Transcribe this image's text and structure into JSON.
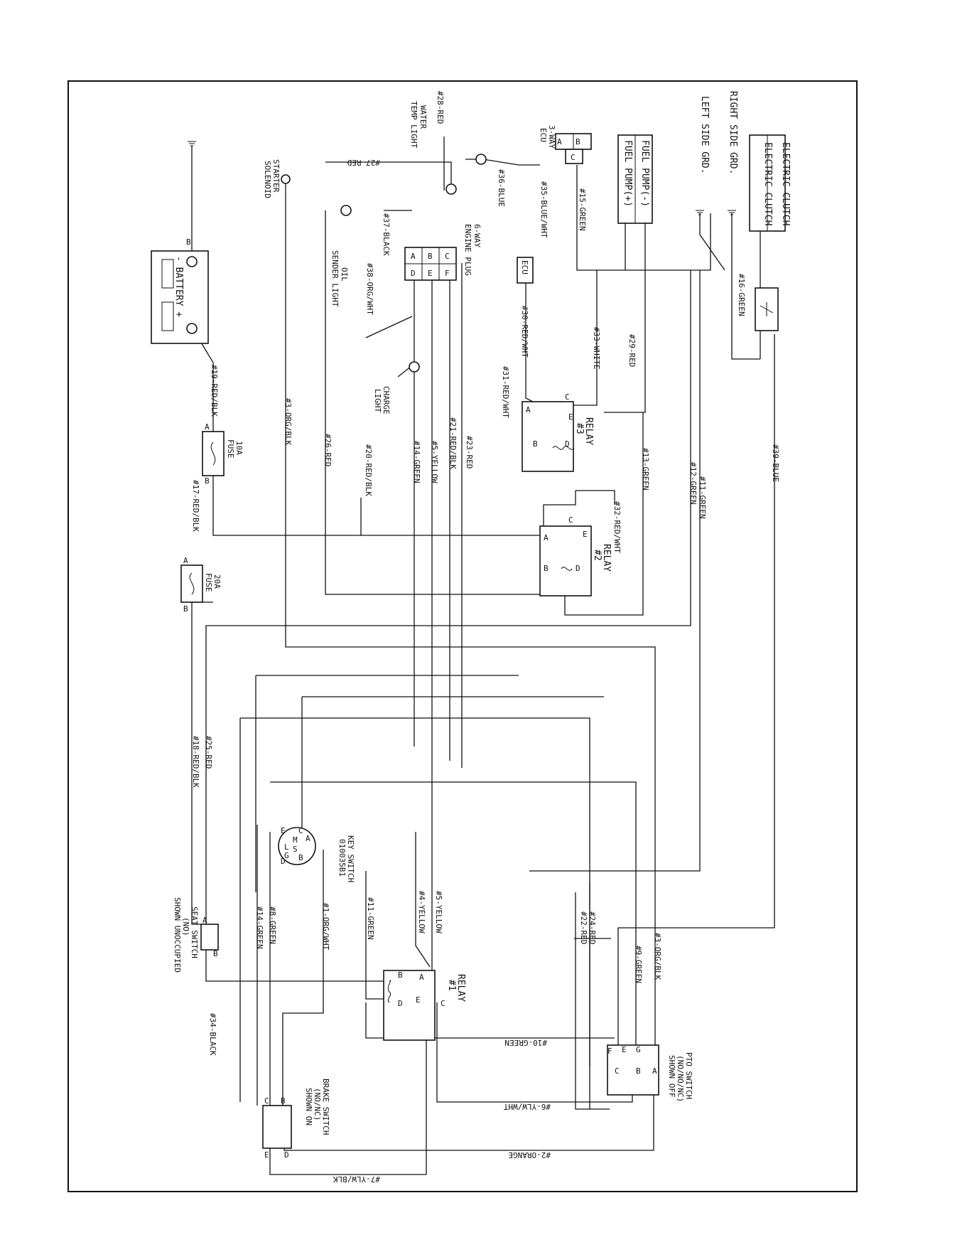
{
  "components": {
    "electric_clutch": [
      "ELECTRIC CLUTCH",
      "ELECTRIC CLUTCH"
    ],
    "right_side_grd": "RIGHT SIDE GRD.",
    "left_side_grd": "LEFT SIDE GRD.",
    "fuel_pump_neg": "FUEL PUMP(-)",
    "fuel_pump_pos": "FUEL PUMP(+)",
    "ecu_3way": [
      "3-WAY",
      "ECU"
    ],
    "ecu": "ECU",
    "water_temp_light": [
      "WATER",
      "TEMP LIGHT"
    ],
    "engine_plug": [
      "6-WAY",
      "ENGINE PLUG"
    ],
    "oil_sender_light": [
      "OIL",
      "SENDER LIGHT"
    ],
    "starter_solenoid": [
      "STARTER",
      "SOLENOID"
    ],
    "battery": "-  BATTERY  +",
    "charge_light": [
      "CHARGE",
      "LIGHT"
    ],
    "fuse_10a": [
      "10A",
      "FUSE"
    ],
    "fuse_20a": [
      "20A",
      "FUSE"
    ],
    "relay_3": [
      "RELAY",
      "#3"
    ],
    "relay_2": [
      "RELAY",
      "#2"
    ],
    "relay_1": [
      "RELAY",
      "#1"
    ],
    "key_switch": [
      "KEY SWITCH",
      "010035B1"
    ],
    "seat_switch": [
      "SEAT SWITCH",
      "(NO)",
      "SHOWN UNOCCUPIED"
    ],
    "pto_switch": [
      "PTO SWITCH",
      "(NO/NO/NC)",
      "SHOWN OFF"
    ],
    "brake_switch": [
      "BRAKE SWITCH",
      "(NO/NC)",
      "SHOWN ON"
    ]
  },
  "plug_pins": [
    "A",
    "B",
    "C",
    "D",
    "E",
    "F"
  ],
  "wires": {
    "w1": "#1-ORG/WHT",
    "w2": "#2-ORANGE",
    "w3": "#3-ORG/BLK",
    "w4": "#4-YELLOW",
    "w5": "#5-YELLOW",
    "w6": "#6-YLW/WHT",
    "w7": "#7-YLW/BLK",
    "w8": "#8-GREEN",
    "w9": "#9-GREEN",
    "w10": "#10-GREEN",
    "w11": "#11-GREEN",
    "w12": "#12-GREEN",
    "w13": "#13-GREEN",
    "w14": "#14-GREEN",
    "w15": "#15-GREEN",
    "w16": "#16-GREEN",
    "w17": "#17-RED/BLK",
    "w18": "#18-RED/BLK",
    "w19": "#19-RED/BLK",
    "w20": "#20-RED/BLK",
    "w21": "#21-RED/BLK",
    "w22": "#22-RED",
    "w23": "#23-RED",
    "w24": "#24-RED",
    "w25": "#25-RED",
    "w26": "#26-RED",
    "w27": "#27-RED",
    "w28": "#28-RED",
    "w29": "#29-RED",
    "w30": "#30-RED/WHT",
    "w31": "#31-RED/WHT",
    "w32": "#32-RED/WHT",
    "w33": "#33-WHITE",
    "w34": "#34-BLACK",
    "w35": "#35-BLUE/WHT",
    "w36": "#36-BLUE",
    "w37": "#37-BLACK",
    "w38": "#38-ORG/WHT",
    "w39": "#39-BLUE"
  },
  "letters": {
    "a": "A",
    "b": "B",
    "c": "C",
    "d": "D",
    "e": "E",
    "f": "F",
    "g": "G",
    "m": "M",
    "s": "S",
    "l": "L"
  }
}
